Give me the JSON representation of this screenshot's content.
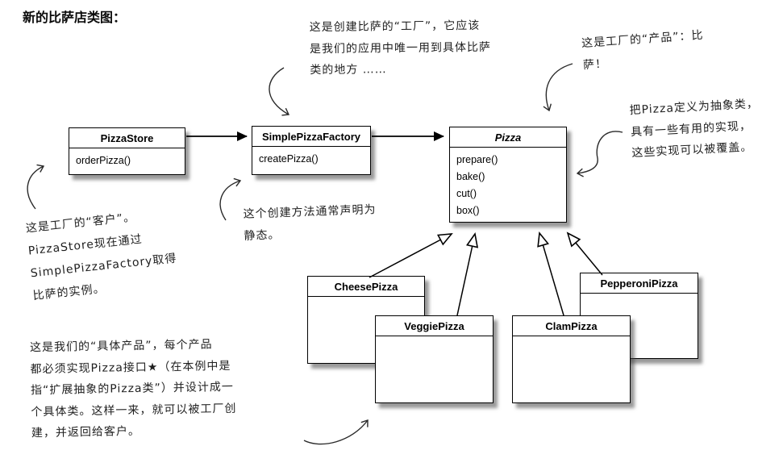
{
  "page": {
    "title": "新的比萨店类图："
  },
  "classes": [
    {
      "name": "PizzaStore",
      "methods": [
        "orderPizza()"
      ]
    },
    {
      "name": "SimplePizzaFactory",
      "methods": [
        "createPizza()"
      ]
    },
    {
      "name": "Pizza",
      "abstract": true,
      "methods": [
        "prepare()",
        "bake()",
        "cut()",
        "box()"
      ]
    },
    {
      "name": "CheesePizza",
      "methods": []
    },
    {
      "name": "VeggiePizza",
      "methods": []
    },
    {
      "name": "ClamPizza",
      "methods": []
    },
    {
      "name": "PepperoniPizza",
      "methods": []
    }
  ],
  "annotations": {
    "factory_note": "这是创建比萨的“工厂”，它应该\n是我们的应用中唯一用到具体比萨\n类的地方 ……",
    "product_note": "这是工厂的“产品”：比\n萨！",
    "abstract_note": "把Pizza定义为抽象类，\n具有一些有用的实现，\n这些实现可以被覆盖。",
    "client_note": "这是工厂的“客户”。\nPizzaStore现在通过\nSimplePizzaFactory取得\n比萨的实例。",
    "static_note": "这个创建方法通常声明为\n静态。",
    "concrete_note": "这是我们的“具体产品”，每个产品\n都必须实现Pizza接口★（在本例中是\n指“扩展抽象的Pizza类”）并设计成一\n个具体类。这样一来，就可以被工厂创\n建，并返回给客户。"
  },
  "colors": {
    "background": "#ffffff",
    "ink": "#1f1f1f",
    "box_border": "#000000"
  }
}
